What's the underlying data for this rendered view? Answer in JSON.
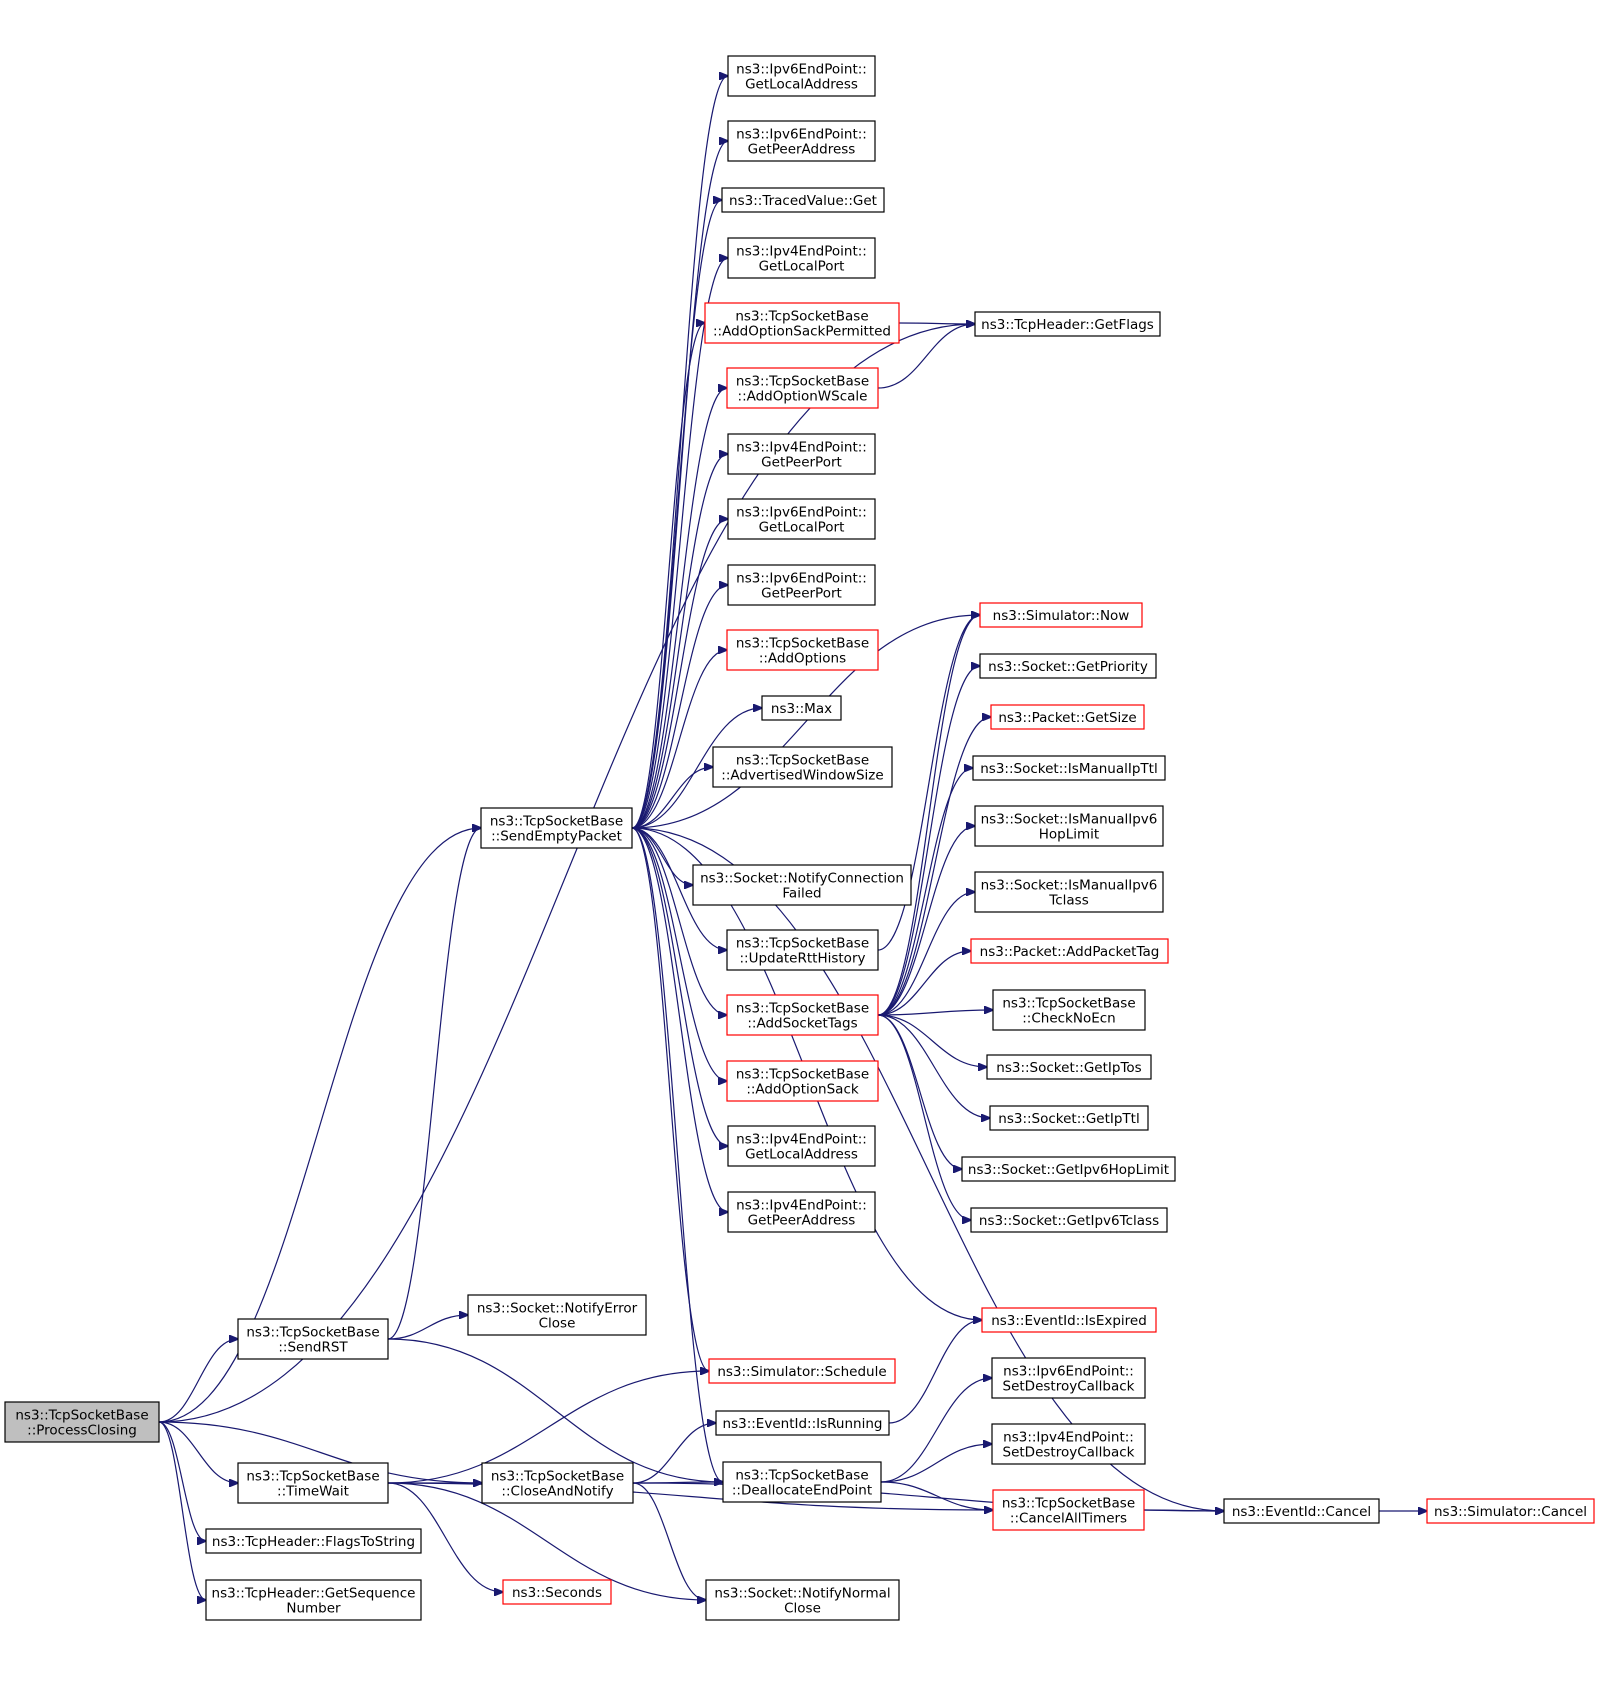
{
  "graph": {
    "edge_color": "#191970",
    "node_border_default": "#000000",
    "node_border_highlight": "#ff0000",
    "root_fill": "#bfbfbf",
    "nodes": [
      {
        "id": "n0",
        "lines": [
          "ns3::TcpSocketBase",
          "::ProcessClosing"
        ],
        "style": "root"
      },
      {
        "id": "n1",
        "lines": [
          "ns3::TcpSocketBase",
          "::SendEmptyPacket"
        ],
        "style": "normal"
      },
      {
        "id": "n2",
        "lines": [
          "ns3::TcpHeader::GetFlags"
        ],
        "style": "normal"
      },
      {
        "id": "n3",
        "lines": [
          "ns3::Ipv6EndPoint::",
          "GetLocalAddress"
        ],
        "style": "normal"
      },
      {
        "id": "n4",
        "lines": [
          "ns3::Ipv6EndPoint::",
          "GetPeerAddress"
        ],
        "style": "normal"
      },
      {
        "id": "n5",
        "lines": [
          "ns3::TracedValue::Get"
        ],
        "style": "normal"
      },
      {
        "id": "n6",
        "lines": [
          "ns3::Ipv4EndPoint::",
          "GetLocalPort"
        ],
        "style": "normal"
      },
      {
        "id": "n7",
        "lines": [
          "ns3::TcpSocketBase",
          "::AddOptionSackPermitted"
        ],
        "style": "red"
      },
      {
        "id": "n8",
        "lines": [
          "ns3::TcpSocketBase",
          "::AddOptionWScale"
        ],
        "style": "red"
      },
      {
        "id": "n9",
        "lines": [
          "ns3::Ipv4EndPoint::",
          "GetPeerPort"
        ],
        "style": "normal"
      },
      {
        "id": "n10",
        "lines": [
          "ns3::Ipv6EndPoint::",
          "GetLocalPort"
        ],
        "style": "normal"
      },
      {
        "id": "n11",
        "lines": [
          "ns3::Ipv6EndPoint::",
          "GetPeerPort"
        ],
        "style": "normal"
      },
      {
        "id": "n12",
        "lines": [
          "ns3::TcpSocketBase",
          "::AddOptions"
        ],
        "style": "red"
      },
      {
        "id": "n13",
        "lines": [
          "ns3::Max"
        ],
        "style": "normal"
      },
      {
        "id": "n14",
        "lines": [
          "ns3::TcpSocketBase",
          "::AdvertisedWindowSize"
        ],
        "style": "normal"
      },
      {
        "id": "n15",
        "lines": [
          "ns3::Socket::NotifyConnection",
          "Failed"
        ],
        "style": "normal"
      },
      {
        "id": "n16",
        "lines": [
          "ns3::TcpSocketBase",
          "::UpdateRttHistory"
        ],
        "style": "normal"
      },
      {
        "id": "n17",
        "lines": [
          "ns3::TcpSocketBase",
          "::AddSocketTags"
        ],
        "style": "red"
      },
      {
        "id": "n18",
        "lines": [
          "ns3::TcpSocketBase",
          "::AddOptionSack"
        ],
        "style": "red"
      },
      {
        "id": "n19",
        "lines": [
          "ns3::Ipv4EndPoint::",
          "GetLocalAddress"
        ],
        "style": "normal"
      },
      {
        "id": "n20",
        "lines": [
          "ns3::Ipv4EndPoint::",
          "GetPeerAddress"
        ],
        "style": "normal"
      },
      {
        "id": "n21",
        "lines": [
          "ns3::Simulator::Now"
        ],
        "style": "red"
      },
      {
        "id": "n22",
        "lines": [
          "ns3::Socket::GetPriority"
        ],
        "style": "normal"
      },
      {
        "id": "n23",
        "lines": [
          "ns3::Packet::GetSize"
        ],
        "style": "red"
      },
      {
        "id": "n24",
        "lines": [
          "ns3::Socket::IsManualIpTtl"
        ],
        "style": "normal"
      },
      {
        "id": "n25",
        "lines": [
          "ns3::Socket::IsManualIpv6",
          "HopLimit"
        ],
        "style": "normal"
      },
      {
        "id": "n26",
        "lines": [
          "ns3::Socket::IsManualIpv6",
          "Tclass"
        ],
        "style": "normal"
      },
      {
        "id": "n27",
        "lines": [
          "ns3::Packet::AddPacketTag"
        ],
        "style": "red"
      },
      {
        "id": "n28",
        "lines": [
          "ns3::TcpSocketBase",
          "::CheckNoEcn"
        ],
        "style": "normal"
      },
      {
        "id": "n29",
        "lines": [
          "ns3::Socket::GetIpTos"
        ],
        "style": "normal"
      },
      {
        "id": "n30",
        "lines": [
          "ns3::Socket::GetIpTtl"
        ],
        "style": "normal"
      },
      {
        "id": "n31",
        "lines": [
          "ns3::Socket::GetIpv6HopLimit"
        ],
        "style": "normal"
      },
      {
        "id": "n32",
        "lines": [
          "ns3::Socket::GetIpv6Tclass"
        ],
        "style": "normal"
      },
      {
        "id": "n33",
        "lines": [
          "ns3::EventId::IsExpired"
        ],
        "style": "red"
      },
      {
        "id": "n34",
        "lines": [
          "ns3::Simulator::Schedule"
        ],
        "style": "red"
      },
      {
        "id": "n35",
        "lines": [
          "ns3::TcpSocketBase",
          "::DeallocateEndPoint"
        ],
        "style": "normal"
      },
      {
        "id": "n36",
        "lines": [
          "ns3::EventId::Cancel"
        ],
        "style": "normal"
      },
      {
        "id": "n37",
        "lines": [
          "ns3::Simulator::Cancel"
        ],
        "style": "red"
      },
      {
        "id": "n38",
        "lines": [
          "ns3::TcpSocketBase",
          "::SendRST"
        ],
        "style": "normal"
      },
      {
        "id": "n39",
        "lines": [
          "ns3::Socket::NotifyError",
          "Close"
        ],
        "style": "normal"
      },
      {
        "id": "n40",
        "lines": [
          "ns3::TcpSocketBase",
          "::TimeWait"
        ],
        "style": "normal"
      },
      {
        "id": "n41",
        "lines": [
          "ns3::TcpSocketBase",
          "::CloseAndNotify"
        ],
        "style": "normal"
      },
      {
        "id": "n42",
        "lines": [
          "ns3::EventId::IsRunning"
        ],
        "style": "normal"
      },
      {
        "id": "n43",
        "lines": [
          "ns3::Ipv6EndPoint::",
          "SetDestroyCallback"
        ],
        "style": "normal"
      },
      {
        "id": "n44",
        "lines": [
          "ns3::Ipv4EndPoint::",
          "SetDestroyCallback"
        ],
        "style": "normal"
      },
      {
        "id": "n45",
        "lines": [
          "ns3::TcpSocketBase",
          "::CancelAllTimers"
        ],
        "style": "red"
      },
      {
        "id": "n46",
        "lines": [
          "ns3::Seconds"
        ],
        "style": "red"
      },
      {
        "id": "n47",
        "lines": [
          "ns3::Socket::NotifyNormal",
          "Close"
        ],
        "style": "normal"
      },
      {
        "id": "n48",
        "lines": [
          "ns3::TcpHeader::FlagsToString"
        ],
        "style": "normal"
      },
      {
        "id": "n49",
        "lines": [
          "ns3::TcpHeader::GetSequence",
          "Number"
        ],
        "style": "normal"
      }
    ],
    "edges": [
      [
        "n0",
        "n1"
      ],
      [
        "n0",
        "n2"
      ],
      [
        "n0",
        "n38"
      ],
      [
        "n0",
        "n40"
      ],
      [
        "n0",
        "n41"
      ],
      [
        "n0",
        "n48"
      ],
      [
        "n0",
        "n49"
      ],
      [
        "n1",
        "n3"
      ],
      [
        "n1",
        "n4"
      ],
      [
        "n1",
        "n5"
      ],
      [
        "n1",
        "n6"
      ],
      [
        "n1",
        "n7"
      ],
      [
        "n1",
        "n8"
      ],
      [
        "n1",
        "n9"
      ],
      [
        "n1",
        "n10"
      ],
      [
        "n1",
        "n11"
      ],
      [
        "n1",
        "n12"
      ],
      [
        "n1",
        "n13"
      ],
      [
        "n1",
        "n14"
      ],
      [
        "n1",
        "n21"
      ],
      [
        "n1",
        "n15"
      ],
      [
        "n1",
        "n16"
      ],
      [
        "n1",
        "n17"
      ],
      [
        "n1",
        "n18"
      ],
      [
        "n1",
        "n19"
      ],
      [
        "n1",
        "n20"
      ],
      [
        "n1",
        "n36"
      ],
      [
        "n1",
        "n33"
      ],
      [
        "n1",
        "n34"
      ],
      [
        "n1",
        "n35"
      ],
      [
        "n7",
        "n2"
      ],
      [
        "n8",
        "n2"
      ],
      [
        "n16",
        "n21"
      ],
      [
        "n17",
        "n21"
      ],
      [
        "n17",
        "n22"
      ],
      [
        "n17",
        "n23"
      ],
      [
        "n17",
        "n24"
      ],
      [
        "n17",
        "n25"
      ],
      [
        "n17",
        "n26"
      ],
      [
        "n17",
        "n27"
      ],
      [
        "n17",
        "n28"
      ],
      [
        "n17",
        "n29"
      ],
      [
        "n17",
        "n30"
      ],
      [
        "n17",
        "n31"
      ],
      [
        "n17",
        "n32"
      ],
      [
        "n38",
        "n1"
      ],
      [
        "n38",
        "n39"
      ],
      [
        "n38",
        "n35"
      ],
      [
        "n40",
        "n34"
      ],
      [
        "n40",
        "n41"
      ],
      [
        "n40",
        "n46"
      ],
      [
        "n40",
        "n47"
      ],
      [
        "n40",
        "n45"
      ],
      [
        "n41",
        "n42"
      ],
      [
        "n41",
        "n35"
      ],
      [
        "n41",
        "n47"
      ],
      [
        "n41",
        "n36"
      ],
      [
        "n42",
        "n33"
      ],
      [
        "n35",
        "n43"
      ],
      [
        "n35",
        "n44"
      ],
      [
        "n35",
        "n45"
      ],
      [
        "n45",
        "n36"
      ],
      [
        "n36",
        "n37"
      ]
    ]
  }
}
